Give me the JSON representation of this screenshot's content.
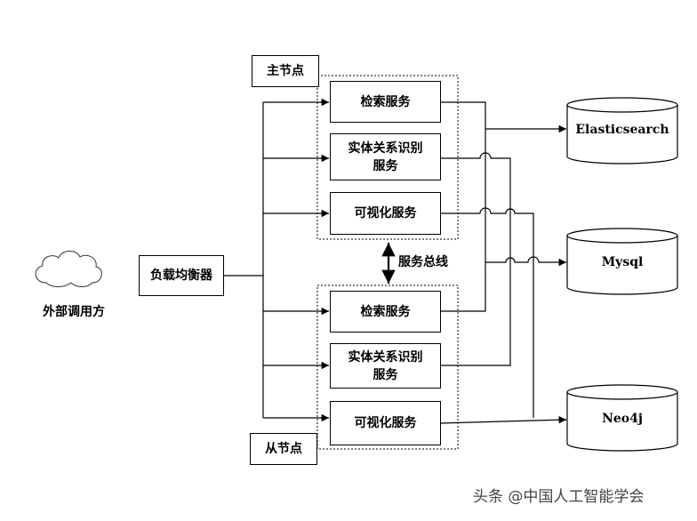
{
  "external_caller": "外部调用方",
  "load_balancer": "负载均衡器",
  "master_node": "主节点",
  "slave_node": "从节点",
  "service_bus": "服务总线",
  "master_services": {
    "search": "检索服务",
    "entity_line1": "实体关系识别",
    "entity_line2": "服务",
    "visualization": "可视化服务"
  },
  "slave_services": {
    "search": "检索服务",
    "entity_line1": "实体关系识别",
    "entity_line2": "服务",
    "visualization": "可视化服务"
  },
  "databases": {
    "elasticsearch": "Elasticsearch",
    "mysql": "Mysql",
    "neo4j": "Neo4j"
  },
  "watermark": "头条 @中国人工智能学会",
  "icons": {
    "caller": "cloud-icon",
    "database": "cylinder-icon",
    "bus": "double-arrow-icon"
  }
}
